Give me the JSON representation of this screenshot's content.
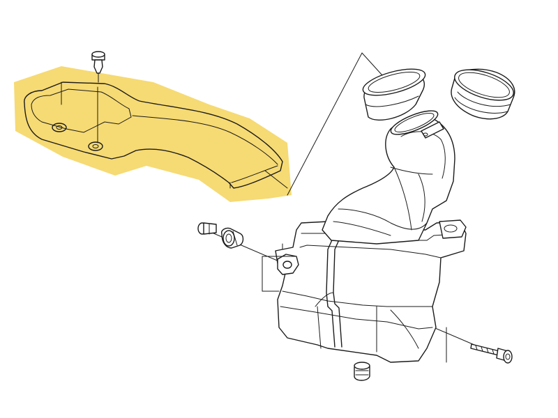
{
  "diagram": {
    "highlight_color": "#f5d35a",
    "line_color": "#1a1a1a",
    "background": "#ffffff",
    "highlighted_part": "air-intake-duct",
    "parts": [
      "air-intake-duct",
      "duct-push-clip",
      "air-cleaner-housing",
      "air-inlet-tube",
      "inlet-tube-seal-ring",
      "rubber-boot-ring",
      "housing-mount-bolt",
      "housing-grommet",
      "side-mount-bolt",
      "lower-grommet"
    ]
  }
}
